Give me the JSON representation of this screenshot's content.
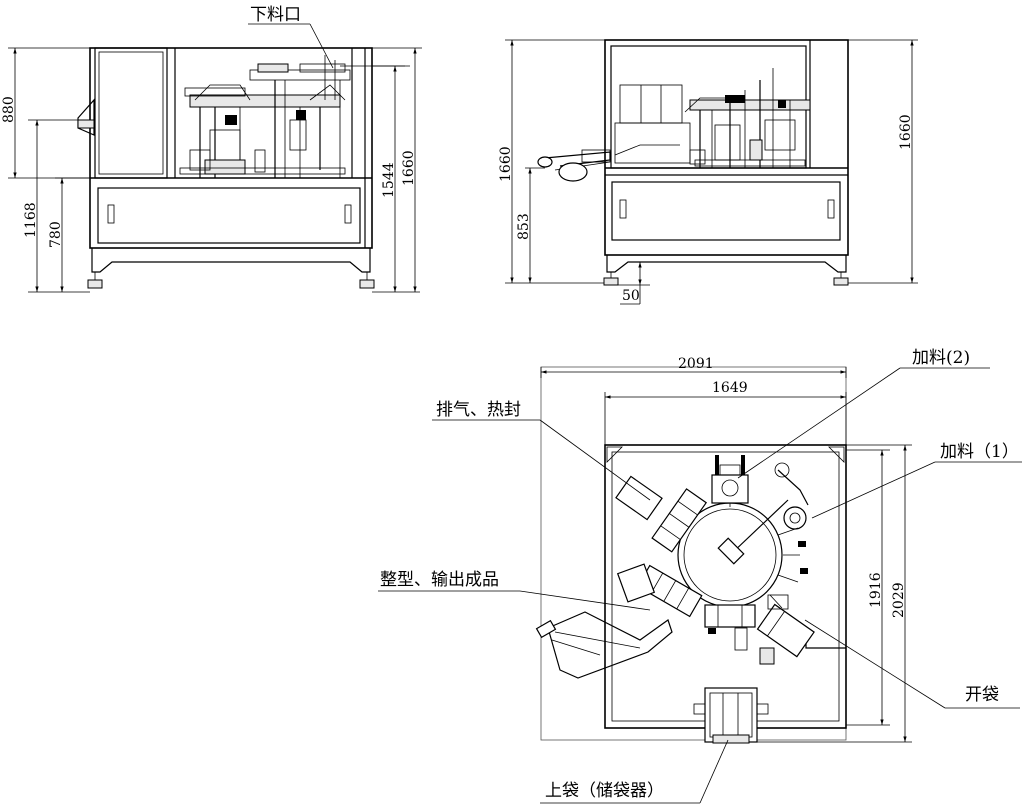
{
  "front_view": {
    "dims": {
      "h880": "880",
      "h1168": "1168",
      "h780": "780",
      "h1544": "1544",
      "h1660": "1660"
    },
    "label_outlet": "下料口"
  },
  "side_view": {
    "dims": {
      "h1660_left": "1660",
      "h853": "853",
      "h50": "50",
      "h1660_right": "1660"
    }
  },
  "top_view": {
    "dims": {
      "w2091": "2091",
      "w1649": "1649",
      "h1916": "1916",
      "h2029": "2029"
    },
    "labels": {
      "feed2": "加料(2)",
      "feed1": "加料（1）",
      "exhaust_seal": "排气、热封",
      "shape_output": "整型、输出成品",
      "open_bag": "开袋",
      "load_bag": "上袋（储袋器）"
    }
  }
}
